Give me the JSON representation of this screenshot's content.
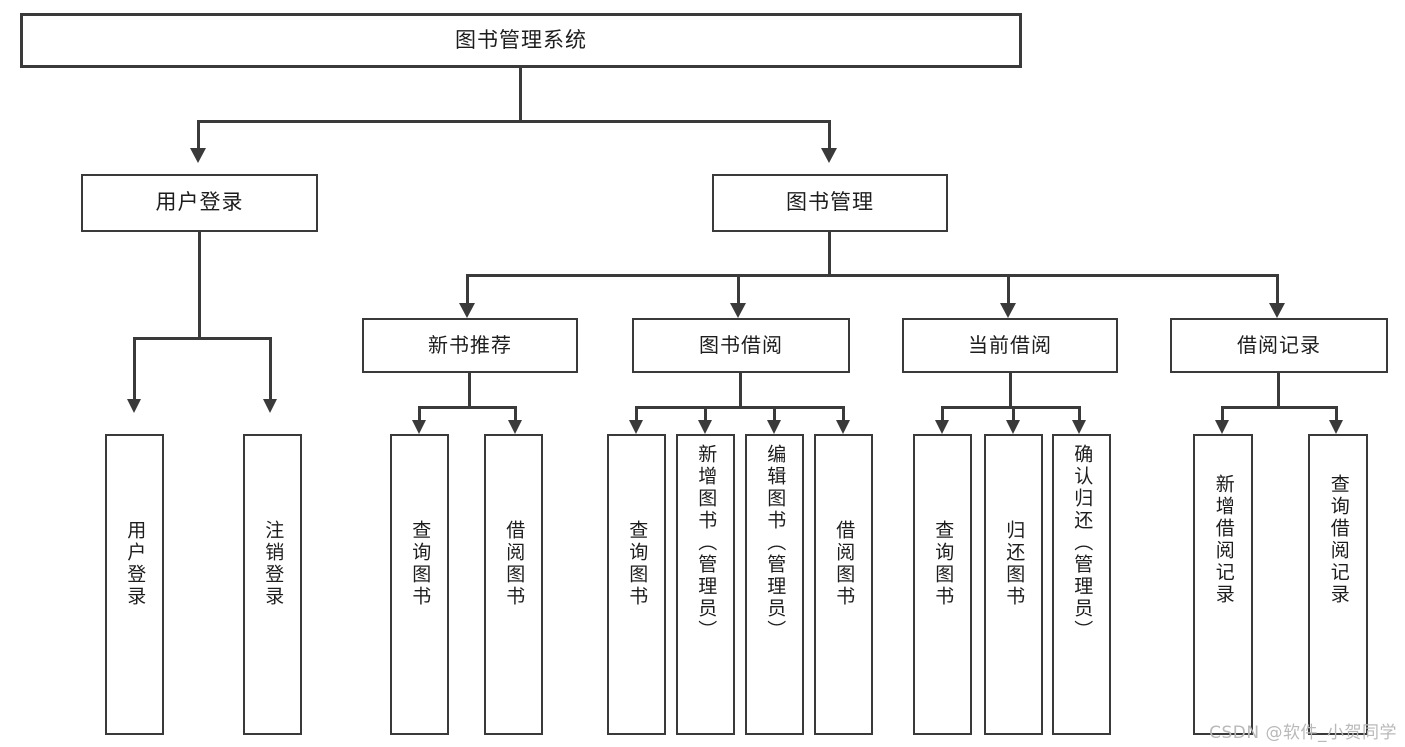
{
  "diagram": {
    "type": "tree",
    "title": "图书管理系统",
    "root": {
      "label": "图书管理系统"
    },
    "level1": [
      {
        "label": "用户登录"
      },
      {
        "label": "图书管理"
      }
    ],
    "level2": [
      {
        "label": "新书推荐"
      },
      {
        "label": "图书借阅"
      },
      {
        "label": "当前借阅"
      },
      {
        "label": "借阅记录"
      }
    ],
    "leaves": {
      "user_login": [
        {
          "label": "用户登录"
        },
        {
          "label": "注销登录"
        }
      ],
      "new_book_recommend": [
        {
          "label": "查询图书"
        },
        {
          "label": "借阅图书"
        }
      ],
      "book_borrow": [
        {
          "label": "查询图书"
        },
        {
          "label": "新增图书（管理员）"
        },
        {
          "label": "编辑图书（管理员）"
        },
        {
          "label": "借阅图书"
        }
      ],
      "current_borrow": [
        {
          "label": "查询图书"
        },
        {
          "label": "归还图书"
        },
        {
          "label": "确认归还（管理员）"
        }
      ],
      "borrow_record": [
        {
          "label": "新增借阅记录"
        },
        {
          "label": "查询借阅记录"
        }
      ]
    }
  },
  "watermark": {
    "text": "CSDN @软件_小贺同学"
  },
  "colors": {
    "stroke": "#3a3a3a",
    "fill": "#ffffff",
    "text": "#1d1d1d",
    "watermark": "#b9b9b9"
  }
}
